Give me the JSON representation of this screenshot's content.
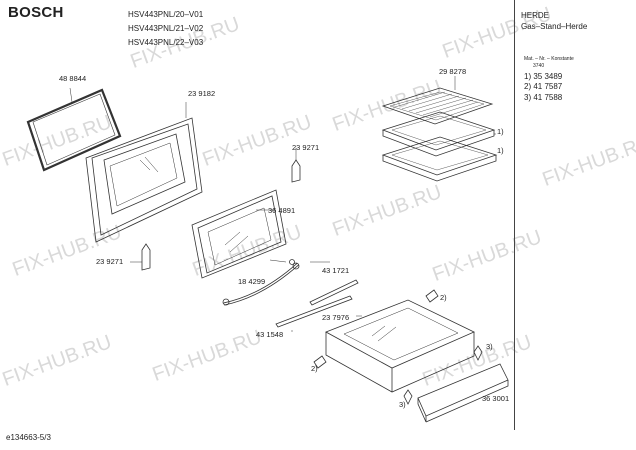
{
  "header": {
    "brand": "BOSCH",
    "models": [
      "HSV443PNL/20–V01",
      "HSV443PNL/21–V02",
      "HSV443PNL/22–V03"
    ],
    "category": "HERDE",
    "subcategory": "Gas–Stand–Herde"
  },
  "sidebar": {
    "mat_header": "Mat. – Nr. – Konstante",
    "constant": "3740",
    "items": [
      "1)  35 3489",
      "2)  41 7587",
      "3)  41 7588"
    ]
  },
  "parts": {
    "p488844": "48 8844",
    "p239182": "23 9182",
    "p298278": "29 8278",
    "p239271a": "23 9271",
    "p364891": "36 4891",
    "p239271b": "23 9271",
    "p184299": "18 4299",
    "p431721": "43 1721",
    "p237976": "23 7976",
    "p431548": "43 1548",
    "p363001": "36 3001"
  },
  "refs": {
    "r1a": "1)",
    "r1b": "1)",
    "r2a": "2)",
    "r2b": "2)",
    "r3a": "3)",
    "r3b": "3)"
  },
  "footer": {
    "code": "e134663-5/3"
  },
  "watermark": "FIX-HUB.RU"
}
